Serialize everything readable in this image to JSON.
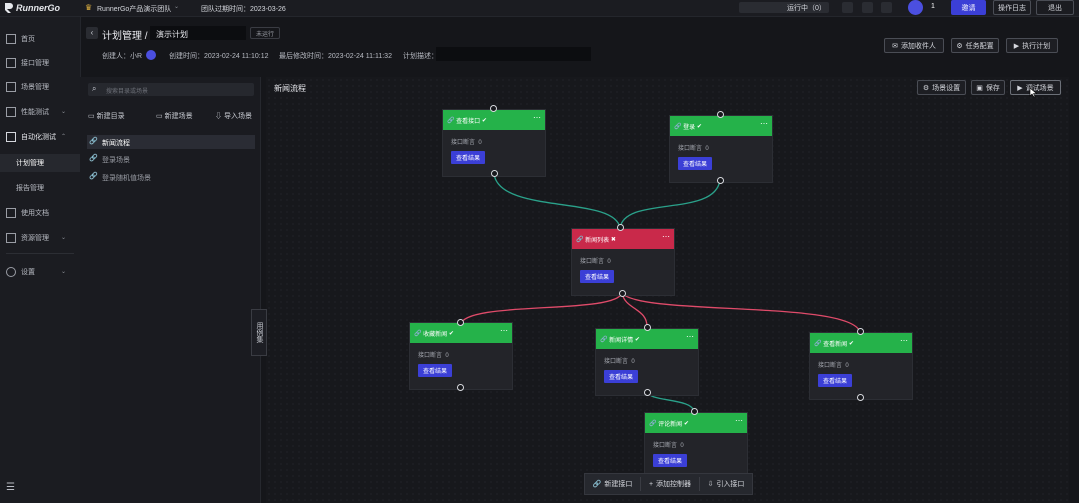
{
  "topbar": {
    "logo": "RunnerGo",
    "team": "RunnerGo产品演示团队",
    "expire_label": "团队过期时间：2023-03-26",
    "running": "运行中（0）",
    "count": "1",
    "invite": "邀请",
    "oplog": "操作日志",
    "logout": "退出"
  },
  "sidebar": {
    "items": [
      {
        "label": "首页"
      },
      {
        "label": "接口管理"
      },
      {
        "label": "场景管理"
      },
      {
        "label": "性能测试"
      },
      {
        "label": "自动化测试"
      },
      {
        "label": "计划管理"
      },
      {
        "label": "报告管理"
      },
      {
        "label": "使用文档"
      },
      {
        "label": "资源管理"
      },
      {
        "label": "设置"
      }
    ]
  },
  "header": {
    "breadcrumb": "计划管理 /",
    "plan_name": "演示计划",
    "status": "未运行",
    "creator_label": "创建人：小R",
    "created": "创建时间：2023-02-24 11:10:12",
    "modified": "最后修改时间：2023-02-24 11:11:32",
    "desc_label": "计划描述：",
    "add_receiver": "添加收件人",
    "task_config": "任务配置",
    "execute_plan": "执行计划"
  },
  "scene_panel": {
    "search_placeholder": "搜索目录或场景",
    "new_folder": "新建目录",
    "new_scene": "新建场景",
    "import_scene": "导入场景",
    "scenes": [
      "新闻流程",
      "登录场景",
      "登录随机值场景"
    ]
  },
  "canvas": {
    "title": "新闻流程",
    "scene_settings": "场景设置",
    "save": "保存",
    "debug_scene": "调试场景",
    "case_tab": "用例集",
    "toolbar": {
      "new_api": "新建接口",
      "add_controller": "添加控制器",
      "import_api": "引入接口"
    },
    "node_row_label": "接口断言",
    "node_row_value": "0",
    "view_result": "查看结果",
    "nodes": [
      {
        "title": "查看接口",
        "variant": "green"
      },
      {
        "title": "登录",
        "variant": "green"
      },
      {
        "title": "新闻列表",
        "variant": "red"
      },
      {
        "title": "收藏新闻",
        "variant": "green"
      },
      {
        "title": "新闻详情",
        "variant": "green"
      },
      {
        "title": "查看新闻",
        "variant": "green"
      },
      {
        "title": "评论新闻",
        "variant": "green"
      }
    ]
  },
  "colors": {
    "accent": "#3b3fd6",
    "success": "#25b24a",
    "error": "#c9294a",
    "link_green": "#2aa18a",
    "link_red": "#e04b6a"
  }
}
